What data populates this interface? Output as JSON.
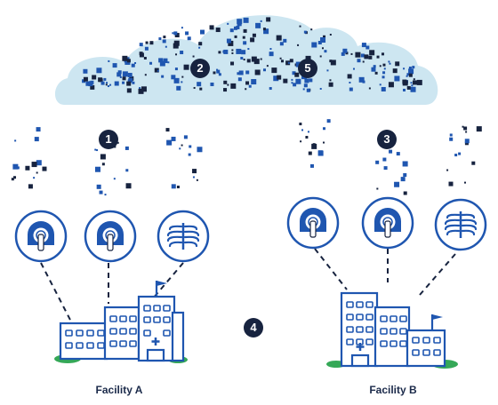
{
  "colors": {
    "cloud": "#cde6f1",
    "navy": "#17233f",
    "blue": "#1f56b0",
    "grass": "#35a857",
    "building_fill": "#ffffff"
  },
  "steps": [
    "1",
    "2",
    "3",
    "4",
    "5"
  ],
  "facilities": [
    {
      "label": "Facility A",
      "scans": [
        "mri-scanner-icon",
        "mri-scanner-icon",
        "ribcage-icon"
      ]
    },
    {
      "label": "Facility B",
      "scans": [
        "mri-scanner-icon",
        "mri-scanner-icon",
        "ribcage-icon"
      ]
    }
  ]
}
